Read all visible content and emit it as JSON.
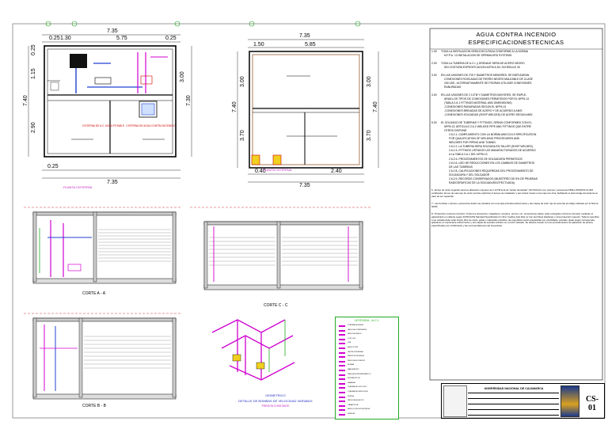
{
  "plan_left": {
    "dims_top": [
      "7.35",
      "0.25",
      "1.30",
      "5.75",
      "0.25"
    ],
    "dims_side": [
      "7.40",
      "0.25",
      "1.15",
      "3.00",
      "2.90",
      "7.30"
    ],
    "tank1_label": "CISTERNA DE A.C. AGUA POTABLE",
    "tank2_label": "CISTERNA DE AGUA CONTRA INCENDIO",
    "bottom_dims": [
      "0.25",
      "7.35"
    ],
    "caption": "PLANTA CISTERNA"
  },
  "plan_right": {
    "dims_top": [
      "7.35",
      "1.50",
      "5.85"
    ],
    "dims_side": [
      "3.00",
      "3.00",
      "3.70",
      "3.70",
      "7.40",
      "7.40"
    ],
    "bottom_dims": [
      "0.40",
      "2.40",
      "7.35"
    ],
    "caption": "PLANTA CISTERNA"
  },
  "sections": {
    "a": "CORTE A - A",
    "b": "CORTE B - B",
    "c": "CORTE C - C"
  },
  "isometric": {
    "title": "ISOMETRICO",
    "subtitle": "DETALLE DE BOMBAS DE VELOCIDAD VARIABLE",
    "subtitle2": "PRESION CONSTANTE"
  },
  "legend": {
    "title": "LEYENDA - A.C.I.",
    "items": [
      "TUBERIA DE AGUA",
      "VALVULA COMPUERTA",
      "VALVULA CHECK",
      "CODO 90°",
      "TEE",
      "REDUCCION",
      "UNION UNIVERSAL",
      "MEDIDOR DE AGUA",
      "VALVULA FLOTADOR",
      "BOMBA",
      "MANOMETRO",
      "TANQUE HIDRONEUMATICO",
      "INTERRUPTOR",
      "SIAMESA",
      "TUBERIA DE SUCCION",
      "TUBERIA DE IMPULSION",
      "PURGA",
      "VALVULA DE ALIVIO",
      "CANASTILLA",
      "REDUCCION EXCENTRICA",
      "SENSOR"
    ]
  },
  "specs": {
    "title_line1": "AGUA CONTRA INCENDIO",
    "title_line2": "ESPECIFICACIONESTECNICAS",
    "items": [
      {
        "num": "1.00",
        "text": "TODA LA INSTALACION SERA EJECUTADA CONFORME A LA NORMA",
        "sub": [
          "N.F.P.A. 13 INSTALACION DE SPRINKLERS SYSTEMS."
        ]
      },
      {
        "num": "2.00",
        "text": "TODA LA TUBERIA DE A.C.I. y DRENAJE SERA DE ACERO NEGRO",
        "sub": [
          "SIN COSTURA ESPECIFICACION ASTM A-53, SCHEDULE 40"
        ]
      },
      {
        "num": "3.00",
        "text": "EN LAS UNIONES DE 2\"Ø Y DIAMETROS MENORES, SE EMPLEARAN",
        "sub": [
          "CONEXIONES ROSCADAS DE FIERRO NEGRO MALEABLE DE CLASE",
          "150 LBS., ALTERNATIVAMENTE SE PODRAN UTILIZAR CONEXIONES",
          "RANURADAS"
        ]
      },
      {
        "num": "4.00",
        "text": "EN LAS UNIONES DE 2 1/2\"Ø Y DIAMETROS MAYORES, SE EMPLE-",
        "sub": [
          "ARAN LOS TIPOS DE CONEXIONES PERMITIDOS POR EL NFPA 13",
          "(TABLA 2-6.1 FITTINGS MATERIAL AND DIMENSIONS)",
          "-CONEXIONES RANURADAS SEGUN EL NFPA 13",
          "-CONEXIONES BRIDADAS DE ACERO Y DE ACUERDO A ANSI",
          "-CONEXIONES SOLDADAS (SHOP WELDED) DE ACERO SEGUN ANSI"
        ]
      },
      {
        "num": "5.00",
        "text": "EL SOLDADO DE TUBERIAS Y FITTINGS, SERAN CONFORMES CON EL",
        "sub": [
          "NFPA 13, ARTICULO 2-6.2 WELDED PIPE AND FITTINGS QUE ENTRE",
          "OTROS DISPONE:"
        ],
        "subsub": [
          "2.6.2.1.-CUMPLIMIENTO CON LA NORMA AWS D10-9 SPECIFICATION",
          "FOR QUALIFICATION OF WELDING PROCEDURES AND",
          "WELDERS FOR PIPING AND TUBING.",
          "2.6.2.2.-LA TUBERIA SERA SOLDADA EN TALLER (SHOP WELDED)",
          "2.6.2.3.-FITTINGS LISTADOS U/O MANUFACTURADOS DE ACUERDO",
          "A LA TABLA 2-6.1 DEL NFPA 13",
          "2.6.2.5.-PROCEDIMIENTOS DE SOLDADURA PERMITIDOS",
          "2.6.2.6.-USO DE REDUCCIONES EN LOS CAMBIOS DE DIAMETROS",
          "DE LAS TUBERIAS",
          "2.6.2.8.-CALIFICACIONES REQUERIDAS DEL PROCEDIMIENTO DE",
          "SOLDADURA Y DEL SOLDADOR",
          "2.6.2.9.-RECORDS CONSERVADOS (MUESTREO DE 5% DE PRUEBAS",
          "RADIOGRAFICAS DE LA SOLDADURA EFECTUADA)"
        ]
      }
    ],
    "note6": "6.- El tipo de unión sugerido para los diámetros mayores de 2 1/2\"Ø será de \"juntas ranuradas\" (VICTAULIC) con uniones y accesorios PRE-LISTADOS UL/FM certificados. El uso de este tipo de unión permite optimizar el tiempo de instalación y así reducir costos en la mano de obra, facilitando el desmontaje del sistema en caso de ser requerido.",
    "note7": "7.- Las bombas, motores y accesorios deben ser pintados con una capa primaria anticorrosiva y dos capas de color rojo de acuerdo al código indicado por la Norma NFPA.",
    "note8": "8.- Protección contra la corrosión. Todos los accesorios, colgadores, soportes, pernos, etc. (conexiones) deben estar protegidos contra la corrosión mediante el galvanizado en caliente según ASTM A153 Standard Specification for Zinc Coating (Hot Dip) on Iron and Steel Hardware u otra protección superior. Toda la superficie a ser pintada debe estar limpia, libre de óxido, grasa y materiales extraños; las superficies serán preparadas con escobillado, arenado, lijado según corresponda, aplicando un imprimante anticorrosivo y dos capas de esmalte sintético en el color indicado. Se deberá cumplir con los procedimientos de aplicación de pintura especificados por el fabricante y las recomendaciones del proyectista."
  },
  "titleblock": {
    "university": "UNIVERSIDAD NACIONAL DE CAJAMARCA",
    "code": "CS-01"
  }
}
